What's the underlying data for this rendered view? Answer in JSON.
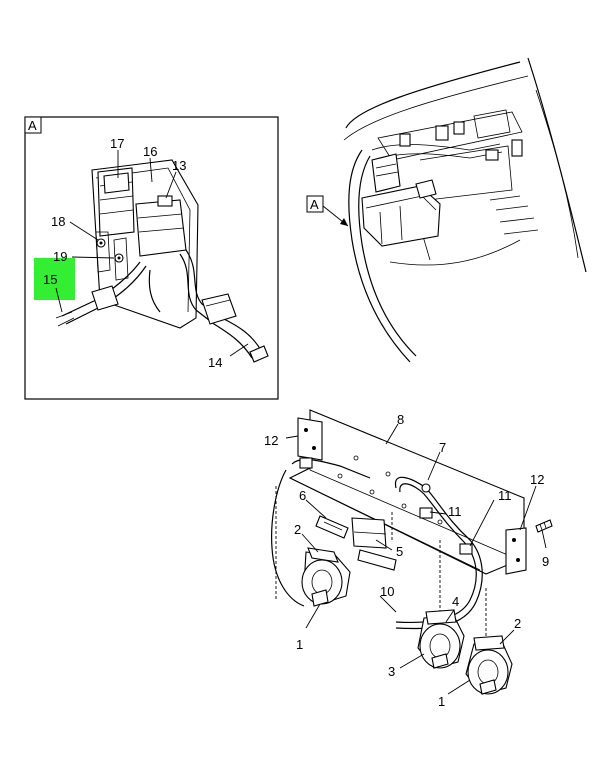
{
  "detail_view": {
    "label": "A",
    "callouts": [
      "17",
      "16",
      "13",
      "18",
      "19",
      "15",
      "14"
    ]
  },
  "dash_area": {
    "view_pointer_label": "A"
  },
  "bracket_assembly": {
    "callouts": [
      "12",
      "8",
      "7",
      "6",
      "2",
      "11",
      "12",
      "9",
      "5",
      "10",
      "4",
      "2",
      "1",
      "3",
      "1",
      "11"
    ]
  },
  "colors": {
    "highlight": "#33ee33",
    "line": "#000000",
    "background": "#ffffff"
  }
}
